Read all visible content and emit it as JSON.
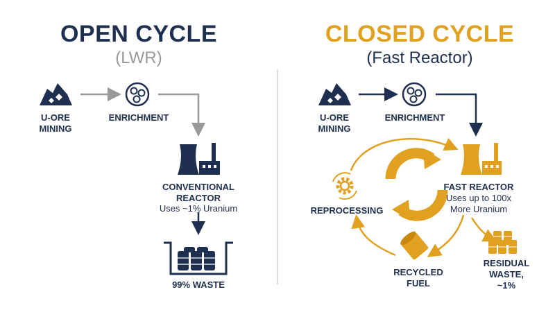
{
  "colors": {
    "navy": "#1f2f4f",
    "gold": "#e0a020",
    "gray": "#999999",
    "divider": "#cccccc"
  },
  "open": {
    "title": "OPEN CYCLE",
    "subtitle": "(LWR)",
    "mining": [
      "U-ORE",
      "MINING"
    ],
    "enrichment": "ENRICHMENT",
    "reactor": [
      "CONVENTIONAL",
      "REACTOR"
    ],
    "reactor_note": "Uses ~1% Uranium",
    "waste": "99% WASTE"
  },
  "closed": {
    "title": "CLOSED CYCLE",
    "subtitle": "(Fast Reactor)",
    "mining": [
      "U-ORE",
      "MINING"
    ],
    "enrichment": "ENRICHMENT",
    "reactor": "FAST REACTOR",
    "reactor_note": [
      "Uses up to 100x",
      "More Uranium"
    ],
    "reprocessing": "REPROCESSING",
    "fuel": [
      "RECYCLED",
      "FUEL"
    ],
    "waste": [
      "RESIDUAL",
      "WASTE,",
      "~1%"
    ]
  },
  "icons": [
    "ore-icon",
    "enrichment-icon",
    "reactor-icon",
    "waste-pit-icon",
    "gear-icon",
    "recycle-arrows-icon",
    "fuel-rod-icon",
    "barrels-icon"
  ]
}
